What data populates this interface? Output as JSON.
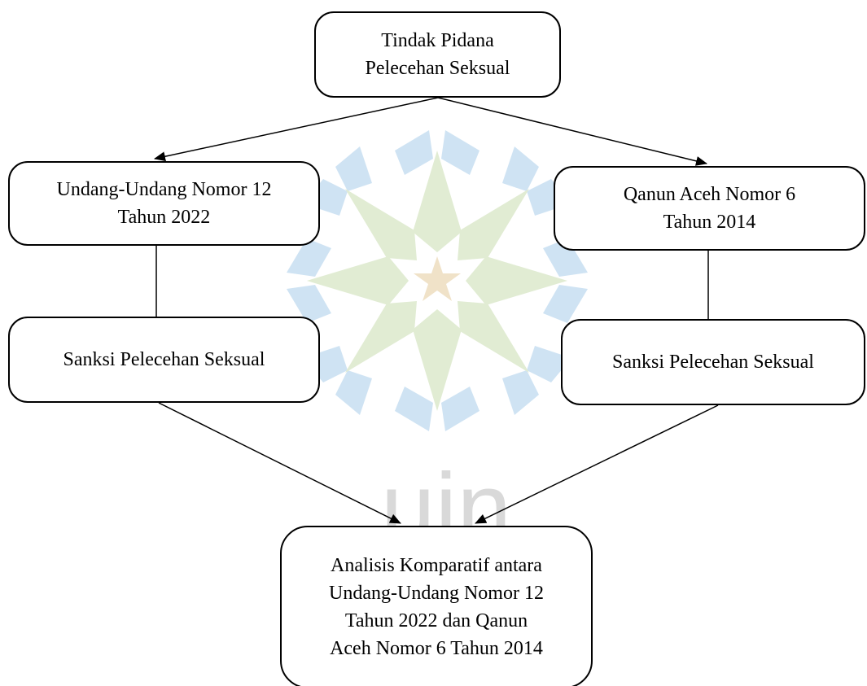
{
  "diagram": {
    "nodes": {
      "root": "Tindak Pidana\nPelecehan Seksual",
      "uu": "Undang-Undang Nomor 12\nTahun 2022",
      "qanun": "Qanun Aceh Nomor 6\nTahun 2014",
      "sanksi_left": "Sanksi Pelecehan Seksual",
      "sanksi_right": "Sanksi Pelecehan Seksual",
      "analisis": "Analisis Komparatif antara\nUndang-Undang Nomor 12\nTahun 2022 dan Qanun\nAceh Nomor 6 Tahun 2014"
    },
    "edges": [
      {
        "from": "root",
        "to": "uu",
        "arrow": true
      },
      {
        "from": "root",
        "to": "qanun",
        "arrow": true
      },
      {
        "from": "uu",
        "to": "sanksi_left",
        "arrow": false
      },
      {
        "from": "qanun",
        "to": "sanksi_right",
        "arrow": false
      },
      {
        "from": "sanksi_left",
        "to": "analisis",
        "arrow": true
      },
      {
        "from": "sanksi_right",
        "to": "analisis",
        "arrow": true
      }
    ],
    "watermark": {
      "text": "uin",
      "colors": {
        "blue": "#cfe3f3",
        "green": "#e1ecd3",
        "star": "#f0e2c8",
        "text": "#d9d9d9"
      }
    }
  }
}
